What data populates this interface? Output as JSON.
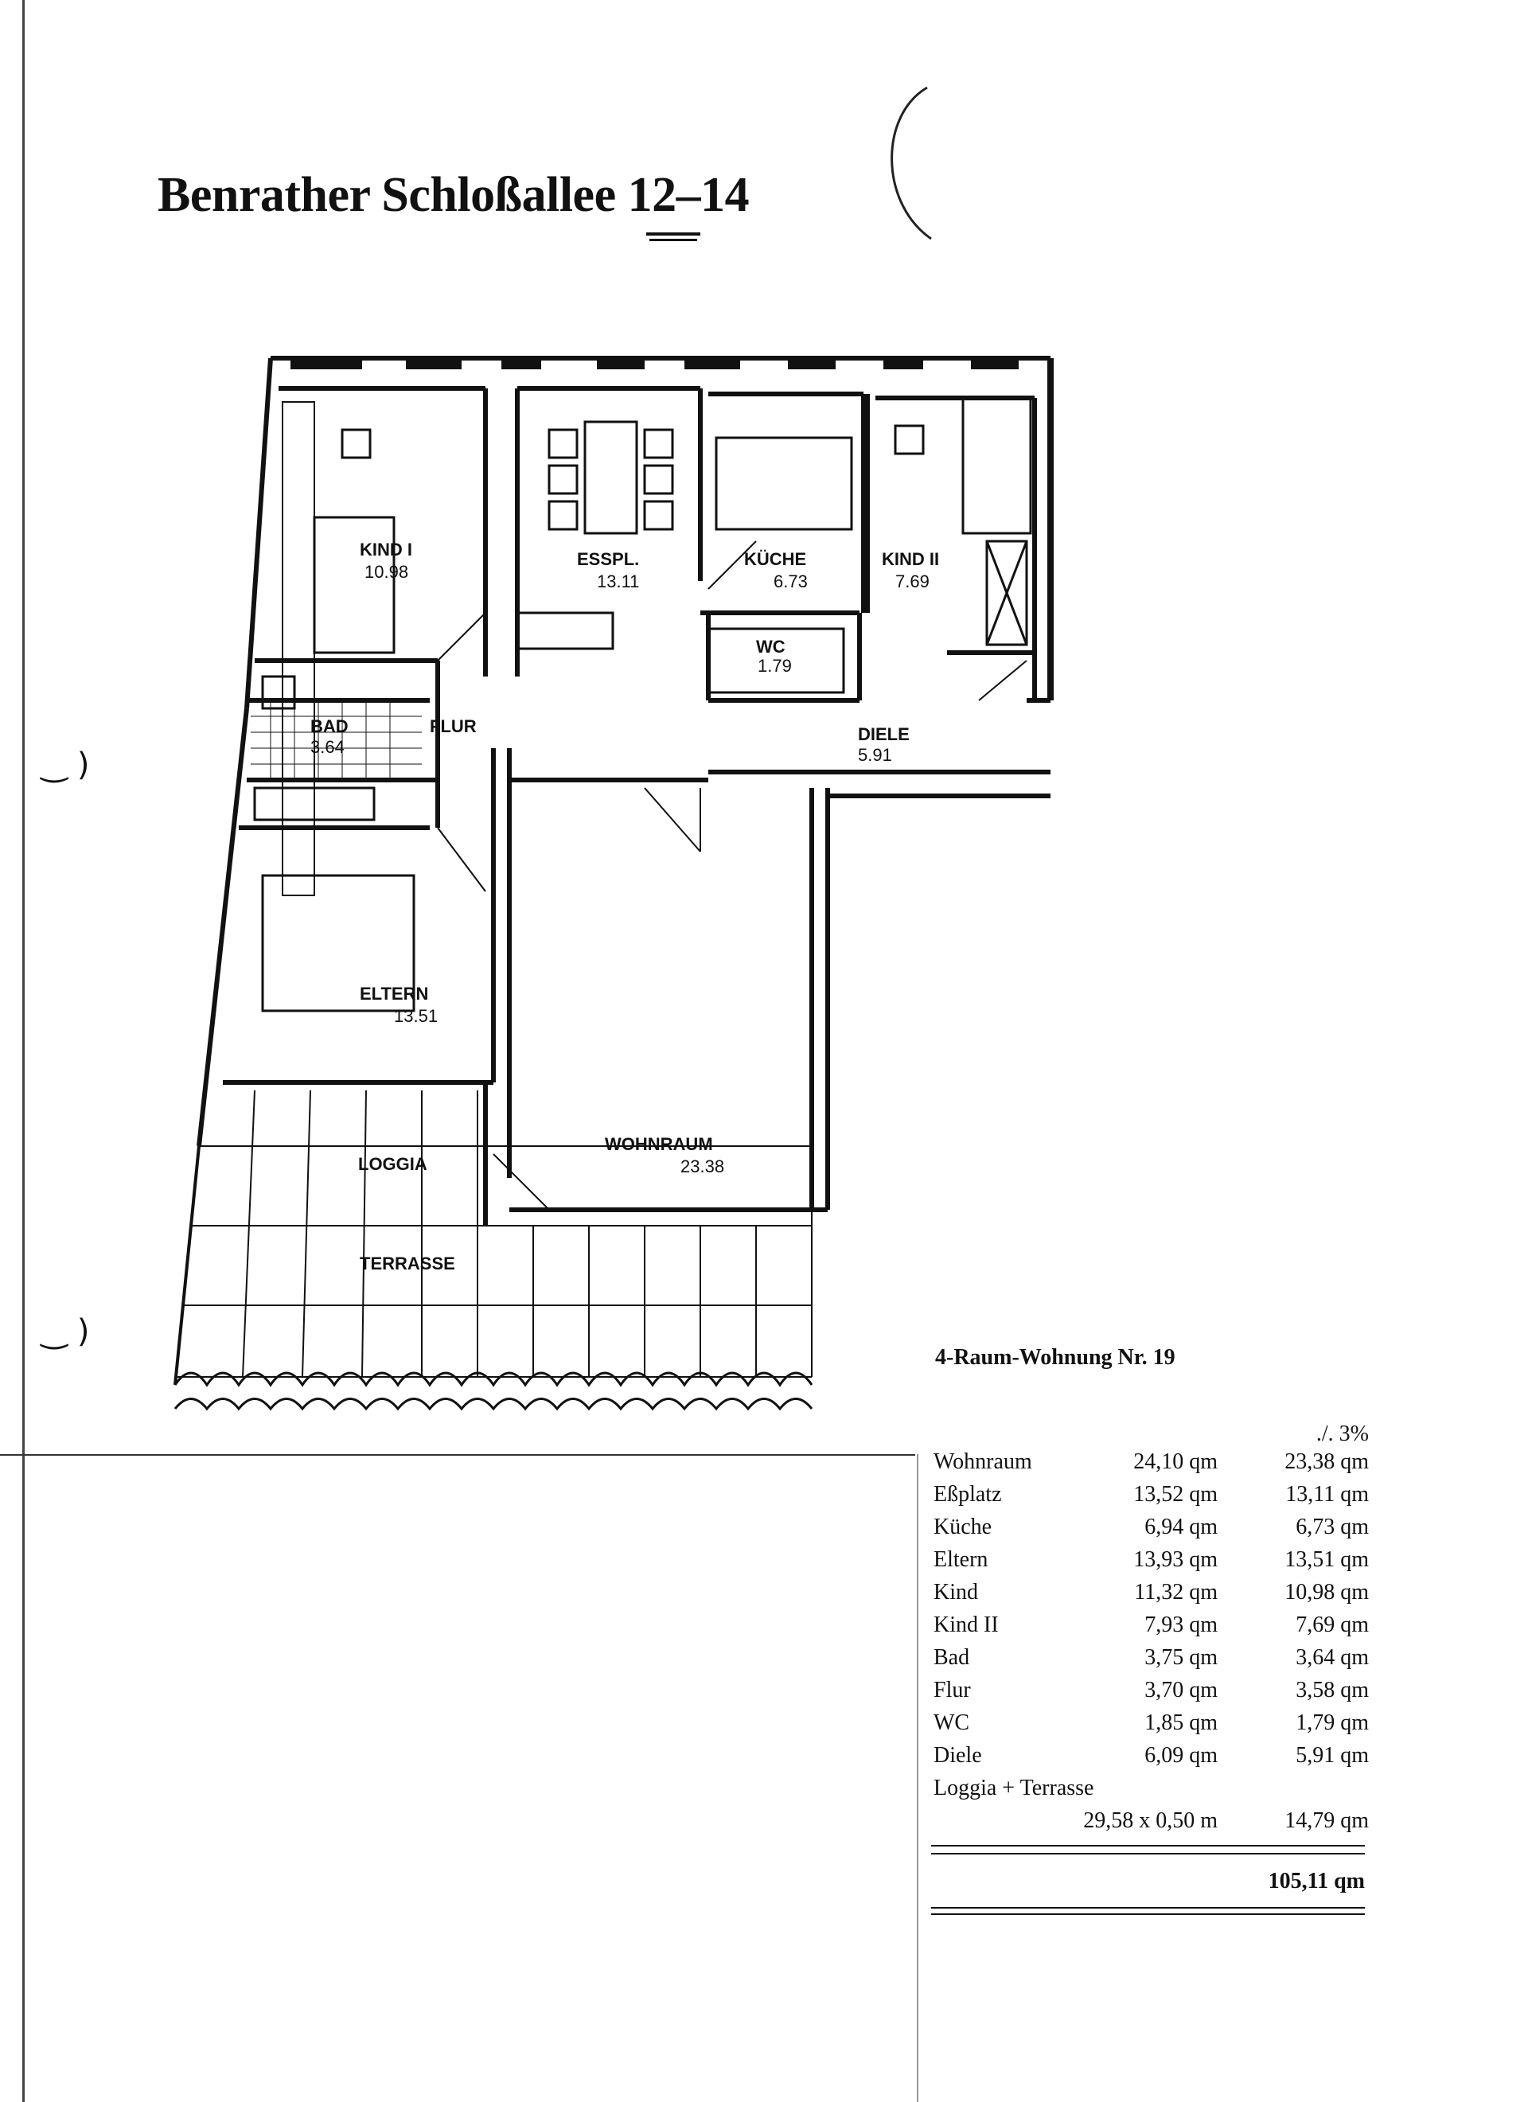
{
  "document": {
    "title": "Benrather Schloßallee 12–14",
    "unit_title": "4-Raum-Wohnung Nr. 19",
    "deduction_label": "./. 3%"
  },
  "floorplan": {
    "rooms": [
      {
        "label": "KIND I",
        "area": "10.98"
      },
      {
        "label": "ESSPL.",
        "area": "13.11"
      },
      {
        "label": "KÜCHE",
        "area": "6.73"
      },
      {
        "label": "KIND II",
        "area": "7.69"
      },
      {
        "label": "WC",
        "area": "1.79"
      },
      {
        "label": "BAD",
        "area": "3.64"
      },
      {
        "label": "FLUR",
        "area": ""
      },
      {
        "label": "DIELE",
        "area": "5.91"
      },
      {
        "label": "ELTERN",
        "area": "13.51"
      },
      {
        "label": "WOHNRAUM",
        "area": "23.38"
      },
      {
        "label": "LOGGIA",
        "area": ""
      },
      {
        "label": "TERRASSE",
        "area": ""
      }
    ]
  },
  "areas": {
    "rows": [
      {
        "name": "Wohnraum",
        "gross": "24,10 qm",
        "net": "23,38 qm"
      },
      {
        "name": "Eßplatz",
        "gross": "13,52 qm",
        "net": "13,11 qm"
      },
      {
        "name": "Küche",
        "gross": "6,94 qm",
        "net": "6,73 qm"
      },
      {
        "name": "Eltern",
        "gross": "13,93 qm",
        "net": "13,51 qm"
      },
      {
        "name": "Kind",
        "gross": "11,32 qm",
        "net": "10,98 qm"
      },
      {
        "name": "Kind II",
        "gross": "7,93 qm",
        "net": "7,69 qm"
      },
      {
        "name": "Bad",
        "gross": "3,75 qm",
        "net": "3,64 qm"
      },
      {
        "name": "Flur",
        "gross": "3,70 qm",
        "net": "3,58 qm"
      },
      {
        "name": "WC",
        "gross": "1,85 qm",
        "net": "1,79 qm"
      },
      {
        "name": "Diele",
        "gross": "6,09 qm",
        "net": "5,91 qm"
      }
    ],
    "loggia_label": "Loggia + Terrasse",
    "loggia_calc": "29,58 x 0,50 m",
    "loggia_net": "14,79 qm",
    "total": "105,11 qm"
  }
}
